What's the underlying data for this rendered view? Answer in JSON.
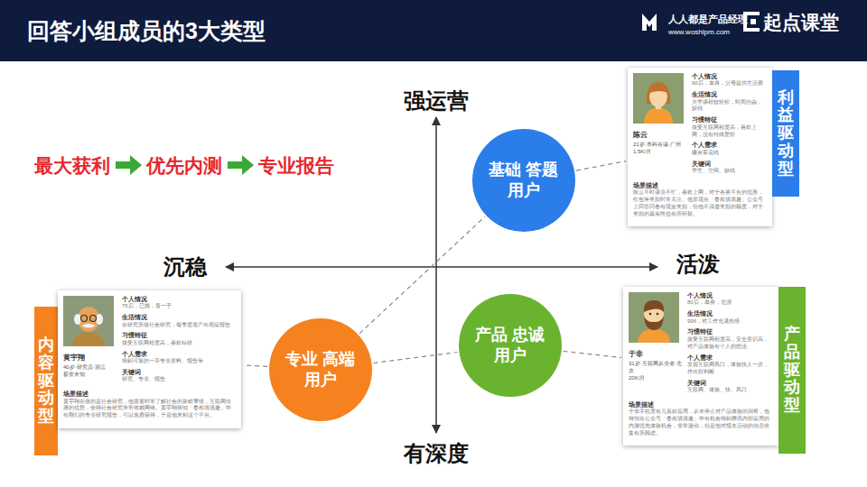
{
  "diagram": {
    "title": "回答小组成员的3大类型",
    "nodes": [
      {
        "text": [
          "基础 答题用户"
        ]
      },
      {
        "text": [
          "个人情况",
          "90后，单身，父母提供生活费",
          "生活情况",
          "大学课程较轻松，时间自由，缺钱",
          "习惯特征",
          "接受互联网程度高，喜欢上网，没有特殊爱好",
          "陈云",
          "21岁·本科在读·广州",
          "1.5K/月",
          "个人需求",
          "赚点零花钱",
          "关键词",
          "学生、空闲、缺钱",
          "场景描述",
          "陈云平时课业不忙，喜欢上网，对于各类平台的优惠，红包等奖励时常关注。他发现在「春叔填填趣」公众号上回答问卷有现金奖励，但他不清楚奖励的额度，对于奖励的真实性也有所怀疑。"
        ]
      },
      {
        "text": [
          "利益驱动型"
        ]
      },
      {
        "text": [
          "内容驱动型"
        ]
      },
      {
        "text": [
          "个人情况",
          "75后，已婚，育一子",
          "生活情况",
          "在研究所做社会研究，每季度需产出相应报告",
          "习惯特征",
          "接受互联网程度高，喜欢钻研",
          "黄宇翔",
          "40岁·研究员·浙江",
          "薪资未知",
          "个人需求",
          "得到可靠的一手专业资料、报告等",
          "关键词",
          "研究、专业、报告",
          "场景描述",
          "黄宇翔在做的是社会研究，他需要时常了解社会的新鲜事情，互联网传播的优势，使得社会研究异常依赖网络。黄宇翔得知「春叔填填趣」中有我们的专业研究报告，可以免费获得，于是他来到这个平台。"
        ]
      },
      {
        "text": [
          "专业 高端用户"
        ]
      },
      {
        "text": [
          "产品 忠诚用户"
        ]
      },
      {
        "text": [
          "个人情况",
          "80后，单身，北漂",
          "生活情况",
          "996，对工作充满热情",
          "习惯特征",
          "接受互联网程度高，安全意识高，对产品体验有个人的想法",
          "于非",
          "31岁·互联网从业者·北京",
          "20K/月",
          "个人需求",
          "发掘互联网风口，体验快人一步，作出好判断",
          "关键词",
          "互联网、体验、快、风口",
          "场景描述",
          "于非手机里有几百款应用，从未停止对产品体验的洞察，他得知在公众号「春叔填填趣」中有机会得到腾讯内部应用的内测优先体验机会，非常激动，但是他对报名活动的信息收集有所顾虑。"
        ]
      },
      {
        "text": [
          "产品驱动型"
        ]
      }
    ],
    "edges": [
      {
        "from": 0,
        "to": 1,
        "arrow": "none"
      },
      {
        "from": 5,
        "to": 4,
        "arrow": "none"
      },
      {
        "from": 5,
        "to": 0,
        "arrow": "none"
      },
      {
        "from": 5,
        "to": 6,
        "arrow": "none"
      },
      {
        "from": 6,
        "to": 7,
        "arrow": "none"
      }
    ],
    "labels": [
      "人人都是产品经理",
      "www.woshipm.com",
      "起点课堂",
      "强运营",
      "有深度",
      "沉稳",
      "活泼",
      "最大获利",
      "优先内测",
      "专业报告"
    ]
  }
}
